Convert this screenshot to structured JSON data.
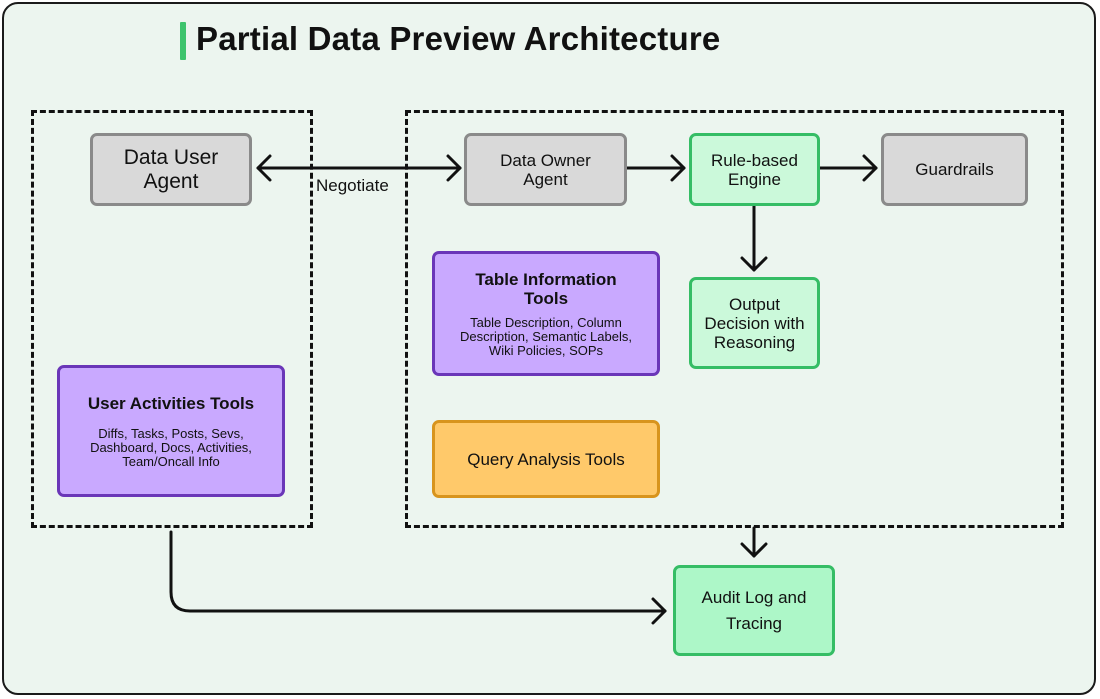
{
  "title": "Partial Data Preview Architecture",
  "edge_label": "Negotiate",
  "nodes": {
    "data_user_agent": "Data User\nAgent",
    "data_owner_agent": "Data Owner\nAgent",
    "rule_engine": "Rule-based\nEngine",
    "guardrails": "Guardrails",
    "output_decision": "Output\nDecision with\nReasoning",
    "table_info_title": "Table Information\nTools",
    "table_info_sub": "Table Description, Column\nDescription, Semantic Labels,\nWiki Policies, SOPs",
    "user_activities_title": "User Activities Tools",
    "user_activities_sub": "Diffs, Tasks, Posts, Sevs,\nDashboard, Docs, Activities,\nTeam/Oncall Info",
    "query_analysis": "Query Analysis Tools",
    "audit_log": "Audit Log and\nTracing"
  },
  "colors": {
    "gray_fill": "#d9d9d9",
    "green_fill": "#adf7c8",
    "purple_fill": "#c9a9ff",
    "orange_fill": "#ffc96a",
    "accent": "#3ec46d"
  }
}
